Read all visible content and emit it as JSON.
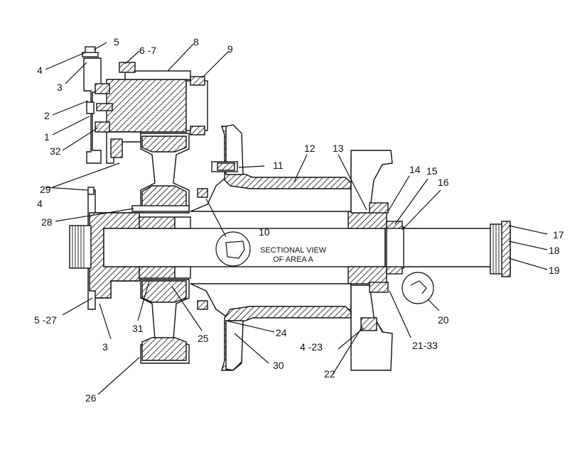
{
  "caption": {
    "line1": "SECTIONAL VIEW",
    "line2": "OF AREA A"
  },
  "callouts": [
    {
      "id": "c1",
      "text": "1"
    },
    {
      "id": "c2",
      "text": "2"
    },
    {
      "id": "c3a",
      "text": "3"
    },
    {
      "id": "c3b",
      "text": "3"
    },
    {
      "id": "c4a",
      "text": "4"
    },
    {
      "id": "c4b",
      "text": "4"
    },
    {
      "id": "c5",
      "text": "5"
    },
    {
      "id": "c6",
      "text": "6 -7"
    },
    {
      "id": "c8",
      "text": "8"
    },
    {
      "id": "c9",
      "text": "9"
    },
    {
      "id": "c10",
      "text": "10"
    },
    {
      "id": "c11",
      "text": "11"
    },
    {
      "id": "c12",
      "text": "12"
    },
    {
      "id": "c13",
      "text": "13"
    },
    {
      "id": "c14",
      "text": "14"
    },
    {
      "id": "c15",
      "text": "15"
    },
    {
      "id": "c16",
      "text": "16"
    },
    {
      "id": "c17",
      "text": "17"
    },
    {
      "id": "c18",
      "text": "18"
    },
    {
      "id": "c19",
      "text": "19"
    },
    {
      "id": "c20",
      "text": "20"
    },
    {
      "id": "c2133",
      "text": "21-33"
    },
    {
      "id": "c22",
      "text": "22"
    },
    {
      "id": "c423",
      "text": "4 -23"
    },
    {
      "id": "c24",
      "text": "24"
    },
    {
      "id": "c25",
      "text": "25"
    },
    {
      "id": "c26",
      "text": "26"
    },
    {
      "id": "c527",
      "text": "5 -27"
    },
    {
      "id": "c28",
      "text": "28"
    },
    {
      "id": "c29",
      "text": "29"
    },
    {
      "id": "c30",
      "text": "30"
    },
    {
      "id": "c31",
      "text": "31"
    },
    {
      "id": "c32",
      "text": "32"
    }
  ]
}
